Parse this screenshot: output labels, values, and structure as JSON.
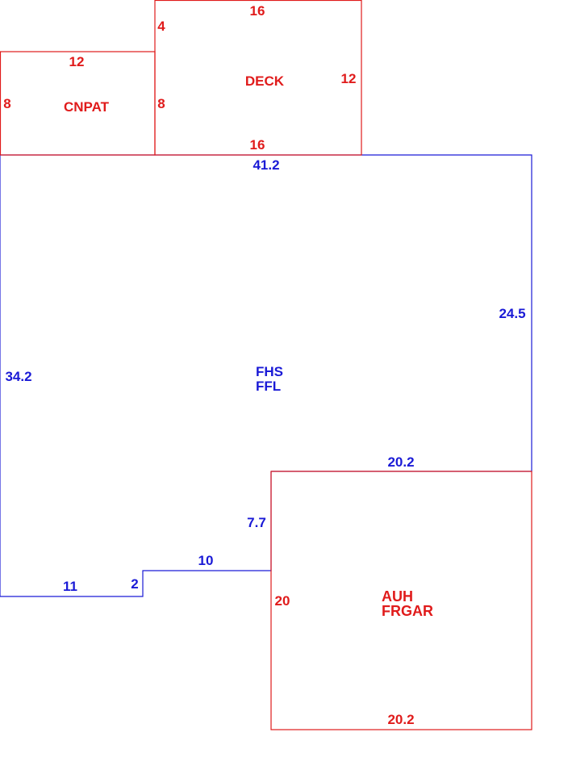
{
  "colors": {
    "living_area": "#1a1ad6",
    "attached_area": "#e01b1b"
  },
  "areas": {
    "main_house": {
      "label_line1": "FHS",
      "label_line2": "FFL",
      "dim_top": "41.2",
      "dim_left": "34.2",
      "dim_right": "24.5",
      "dim_bottom_garage_edge": "20.2",
      "dim_step_vertical": "7.7",
      "dim_step_horizontal": "10",
      "dim_small_jog": "2",
      "dim_bottom_left": "11"
    },
    "deck": {
      "label": "DECK",
      "dim_top": "16",
      "dim_bottom": "16",
      "dim_left": "4",
      "dim_left_lower": "8",
      "dim_right": "12"
    },
    "porch": {
      "label": "CNPAT",
      "dim_top": "12",
      "dim_left": "8"
    },
    "garage": {
      "label_line1": "AUH",
      "label_line2": "FRGAR",
      "dim_bottom": "20.2",
      "dim_left": "20"
    }
  }
}
